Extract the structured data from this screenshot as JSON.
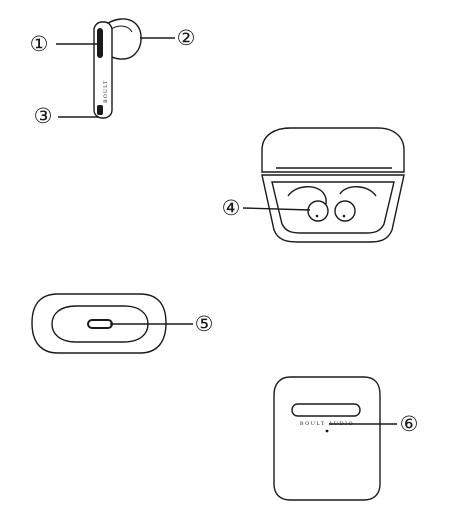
{
  "callouts": [
    {
      "id": "1",
      "label": "①"
    },
    {
      "id": "2",
      "label": "②"
    },
    {
      "id": "3",
      "label": "③"
    },
    {
      "id": "4",
      "label": "④"
    },
    {
      "id": "5",
      "label": "⑤"
    },
    {
      "id": "6",
      "label": "⑥"
    }
  ],
  "brand": {
    "earbud_stem_text": "BOULT",
    "case_lid_text": "BOULT AUDIO"
  },
  "colors": {
    "stroke": "#1a1a1a",
    "fill": "#ffffff"
  }
}
